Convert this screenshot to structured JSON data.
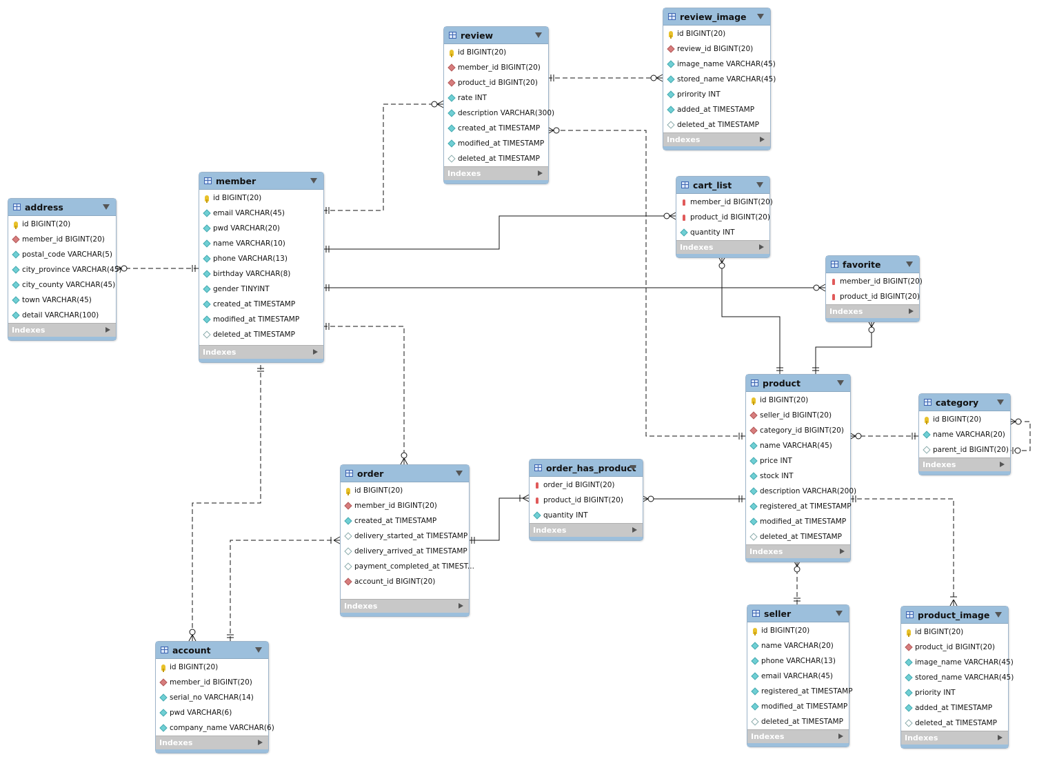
{
  "tables": {
    "address": {
      "name": "address",
      "indexes_label": "Indexes",
      "columns": [
        {
          "text": "id BIGINT(20)",
          "icon": "primary-key-icon"
        },
        {
          "text": "member_id BIGINT(20)",
          "icon": "foreign-key-icon"
        },
        {
          "text": "postal_code VARCHAR(5)",
          "icon": "not-null-column-icon"
        },
        {
          "text": "city_province VARCHAR(45)",
          "icon": "not-null-column-icon"
        },
        {
          "text": "city_county VARCHAR(45)",
          "icon": "not-null-column-icon"
        },
        {
          "text": "town VARCHAR(45)",
          "icon": "not-null-column-icon"
        },
        {
          "text": "detail VARCHAR(100)",
          "icon": "not-null-column-icon"
        }
      ]
    },
    "member": {
      "name": "member",
      "indexes_label": "Indexes",
      "columns": [
        {
          "text": "id BIGINT(20)",
          "icon": "primary-key-icon"
        },
        {
          "text": "email VARCHAR(45)",
          "icon": "not-null-column-icon"
        },
        {
          "text": "pwd VARCHAR(20)",
          "icon": "not-null-column-icon"
        },
        {
          "text": "name VARCHAR(10)",
          "icon": "not-null-column-icon"
        },
        {
          "text": "phone VARCHAR(13)",
          "icon": "not-null-column-icon"
        },
        {
          "text": "birthday VARCHAR(8)",
          "icon": "not-null-column-icon"
        },
        {
          "text": "gender TINYINT",
          "icon": "not-null-column-icon"
        },
        {
          "text": "created_at TIMESTAMP",
          "icon": "not-null-column-icon"
        },
        {
          "text": "modified_at TIMESTAMP",
          "icon": "not-null-column-icon"
        },
        {
          "text": "deleted_at TIMESTAMP",
          "icon": "nullable-column-icon"
        }
      ]
    },
    "review": {
      "name": "review",
      "indexes_label": "Indexes",
      "columns": [
        {
          "text": "id BIGINT(20)",
          "icon": "primary-key-icon"
        },
        {
          "text": "member_id BIGINT(20)",
          "icon": "foreign-key-icon"
        },
        {
          "text": "product_id BIGINT(20)",
          "icon": "foreign-key-icon"
        },
        {
          "text": "rate INT",
          "icon": "not-null-column-icon"
        },
        {
          "text": "description VARCHAR(300)",
          "icon": "not-null-column-icon"
        },
        {
          "text": "created_at TIMESTAMP",
          "icon": "not-null-column-icon"
        },
        {
          "text": "modified_at TIMESTAMP",
          "icon": "not-null-column-icon"
        },
        {
          "text": "deleted_at TIMESTAMP",
          "icon": "nullable-column-icon"
        }
      ]
    },
    "review_image": {
      "name": "review_image",
      "indexes_label": "Indexes",
      "columns": [
        {
          "text": "id BIGINT(20)",
          "icon": "primary-key-icon"
        },
        {
          "text": "review_id BIGINT(20)",
          "icon": "foreign-key-icon"
        },
        {
          "text": "image_name VARCHAR(45)",
          "icon": "not-null-column-icon"
        },
        {
          "text": "stored_name VARCHAR(45)",
          "icon": "not-null-column-icon"
        },
        {
          "text": "prirority INT",
          "icon": "not-null-column-icon"
        },
        {
          "text": "added_at TIMESTAMP",
          "icon": "not-null-column-icon"
        },
        {
          "text": "deleted_at TIMESTAMP",
          "icon": "nullable-column-icon"
        }
      ]
    },
    "cart_list": {
      "name": "cart_list",
      "indexes_label": "Indexes",
      "columns": [
        {
          "text": "member_id BIGINT(20)",
          "icon": "primary-foreign-key-icon"
        },
        {
          "text": "product_id BIGINT(20)",
          "icon": "primary-foreign-key-icon"
        },
        {
          "text": "quantity INT",
          "icon": "not-null-column-icon"
        }
      ]
    },
    "favorite": {
      "name": "favorite",
      "indexes_label": "Indexes",
      "columns": [
        {
          "text": "member_id BIGINT(20)",
          "icon": "primary-foreign-key-icon"
        },
        {
          "text": "product_id BIGINT(20)",
          "icon": "primary-foreign-key-icon"
        }
      ]
    },
    "product": {
      "name": "product",
      "indexes_label": "Indexes",
      "columns": [
        {
          "text": "id BIGINT(20)",
          "icon": "primary-key-icon"
        },
        {
          "text": "seller_id BIGINT(20)",
          "icon": "foreign-key-icon"
        },
        {
          "text": "category_id BIGINT(20)",
          "icon": "foreign-key-icon"
        },
        {
          "text": "name VARCHAR(45)",
          "icon": "not-null-column-icon"
        },
        {
          "text": "price INT",
          "icon": "not-null-column-icon"
        },
        {
          "text": "stock INT",
          "icon": "not-null-column-icon"
        },
        {
          "text": "description VARCHAR(200)",
          "icon": "not-null-column-icon"
        },
        {
          "text": "registered_at TIMESTAMP",
          "icon": "not-null-column-icon"
        },
        {
          "text": "modified_at TIMESTAMP",
          "icon": "not-null-column-icon"
        },
        {
          "text": "deleted_at TIMESTAMP",
          "icon": "nullable-column-icon"
        }
      ]
    },
    "category": {
      "name": "category",
      "indexes_label": "Indexes",
      "columns": [
        {
          "text": "id BIGINT(20)",
          "icon": "primary-key-icon"
        },
        {
          "text": "name VARCHAR(20)",
          "icon": "not-null-column-icon"
        },
        {
          "text": "parent_id BIGINT(20)",
          "icon": "nullable-column-icon"
        }
      ]
    },
    "order": {
      "name": "order",
      "indexes_label": "Indexes",
      "columns": [
        {
          "text": "id BIGINT(20)",
          "icon": "primary-key-icon"
        },
        {
          "text": "member_id BIGINT(20)",
          "icon": "foreign-key-icon"
        },
        {
          "text": "created_at TIMESTAMP",
          "icon": "not-null-column-icon"
        },
        {
          "text": "delivery_started_at TIMESTAMP",
          "icon": "nullable-column-icon"
        },
        {
          "text": "delivery_arrived_at TIMESTAMP",
          "icon": "nullable-column-icon"
        },
        {
          "text": "payment_completed_at TIMEST...",
          "icon": "nullable-column-icon"
        },
        {
          "text": "account_id BIGINT(20)",
          "icon": "foreign-key-icon"
        }
      ]
    },
    "order_has_product": {
      "name": "order_has_product",
      "indexes_label": "Indexes",
      "columns": [
        {
          "text": "order_id BIGINT(20)",
          "icon": "primary-foreign-key-icon"
        },
        {
          "text": "product_id BIGINT(20)",
          "icon": "primary-foreign-key-icon"
        },
        {
          "text": "quantity INT",
          "icon": "not-null-column-icon"
        }
      ]
    },
    "account": {
      "name": "account",
      "indexes_label": "Indexes",
      "columns": [
        {
          "text": "id BIGINT(20)",
          "icon": "primary-key-icon"
        },
        {
          "text": "member_id BIGINT(20)",
          "icon": "foreign-key-icon"
        },
        {
          "text": "serial_no VARCHAR(14)",
          "icon": "not-null-column-icon"
        },
        {
          "text": "pwd VARCHAR(6)",
          "icon": "not-null-column-icon"
        },
        {
          "text": "company_name VARCHAR(6)",
          "icon": "not-null-column-icon"
        }
      ]
    },
    "seller": {
      "name": "seller",
      "indexes_label": "Indexes",
      "columns": [
        {
          "text": "id BIGINT(20)",
          "icon": "primary-key-icon"
        },
        {
          "text": "name VARCHAR(20)",
          "icon": "not-null-column-icon"
        },
        {
          "text": "phone VARCHAR(13)",
          "icon": "not-null-column-icon"
        },
        {
          "text": "email VARCHAR(45)",
          "icon": "not-null-column-icon"
        },
        {
          "text": "registered_at TIMESTAMP",
          "icon": "not-null-column-icon"
        },
        {
          "text": "modified_at TIMESTAMP",
          "icon": "not-null-column-icon"
        },
        {
          "text": "deleted_at TIMESTAMP",
          "icon": "nullable-column-icon"
        }
      ]
    },
    "product_image": {
      "name": "product_image",
      "indexes_label": "Indexes",
      "columns": [
        {
          "text": "id BIGINT(20)",
          "icon": "primary-key-icon"
        },
        {
          "text": "product_id BIGINT(20)",
          "icon": "foreign-key-icon"
        },
        {
          "text": "image_name VARCHAR(45)",
          "icon": "not-null-column-icon"
        },
        {
          "text": "stored_name VARCHAR(45)",
          "icon": "not-null-column-icon"
        },
        {
          "text": "priority INT",
          "icon": "not-null-column-icon"
        },
        {
          "text": "added_at TIMESTAMP",
          "icon": "not-null-column-icon"
        },
        {
          "text": "deleted_at TIMESTAMP",
          "icon": "nullable-column-icon"
        }
      ]
    }
  },
  "relationships": [
    {
      "from": "member",
      "to": "review",
      "style": "dashed",
      "from_end": "one-mandatory",
      "to_end": "many-optional"
    },
    {
      "from": "review",
      "to": "review_image",
      "style": "dashed",
      "from_end": "one-mandatory",
      "to_end": "many-optional"
    },
    {
      "from": "product",
      "to": "review",
      "style": "dashed",
      "from_end": "one-mandatory",
      "to_end": "many-optional"
    },
    {
      "from": "member",
      "to": "cart_list",
      "style": "solid",
      "from_end": "one-mandatory",
      "to_end": "many-optional"
    },
    {
      "from": "product",
      "to": "cart_list",
      "style": "solid",
      "from_end": "one-mandatory",
      "to_end": "many-optional"
    },
    {
      "from": "member",
      "to": "favorite",
      "style": "solid",
      "from_end": "one-mandatory",
      "to_end": "many-optional"
    },
    {
      "from": "product",
      "to": "favorite",
      "style": "solid",
      "from_end": "one-mandatory",
      "to_end": "many-optional"
    },
    {
      "from": "member",
      "to": "address",
      "style": "dashed",
      "from_end": "one-mandatory",
      "to_end": "many-optional"
    },
    {
      "from": "member",
      "to": "order",
      "style": "dashed",
      "from_end": "one-mandatory",
      "to_end": "many-optional"
    },
    {
      "from": "member",
      "to": "account",
      "style": "dashed",
      "from_end": "one-mandatory",
      "to_end": "many-optional"
    },
    {
      "from": "account",
      "to": "order",
      "style": "dashed",
      "from_end": "one-mandatory",
      "to_end": "one-or-many"
    },
    {
      "from": "order",
      "to": "order_has_product",
      "style": "solid",
      "from_end": "one-mandatory",
      "to_end": "one-or-many"
    },
    {
      "from": "product",
      "to": "order_has_product",
      "style": "solid",
      "from_end": "one-mandatory",
      "to_end": "many-optional"
    },
    {
      "from": "category",
      "to": "product",
      "style": "dashed",
      "from_end": "one-mandatory",
      "to_end": "many-optional"
    },
    {
      "from": "category",
      "to": "category",
      "style": "dashed",
      "from_end": "one-optional",
      "to_end": "many-optional"
    },
    {
      "from": "seller",
      "to": "product",
      "style": "dashed",
      "from_end": "one-mandatory",
      "to_end": "many-optional"
    },
    {
      "from": "product",
      "to": "product_image",
      "style": "dashed",
      "from_end": "one-mandatory",
      "to_end": "one-or-many"
    }
  ]
}
